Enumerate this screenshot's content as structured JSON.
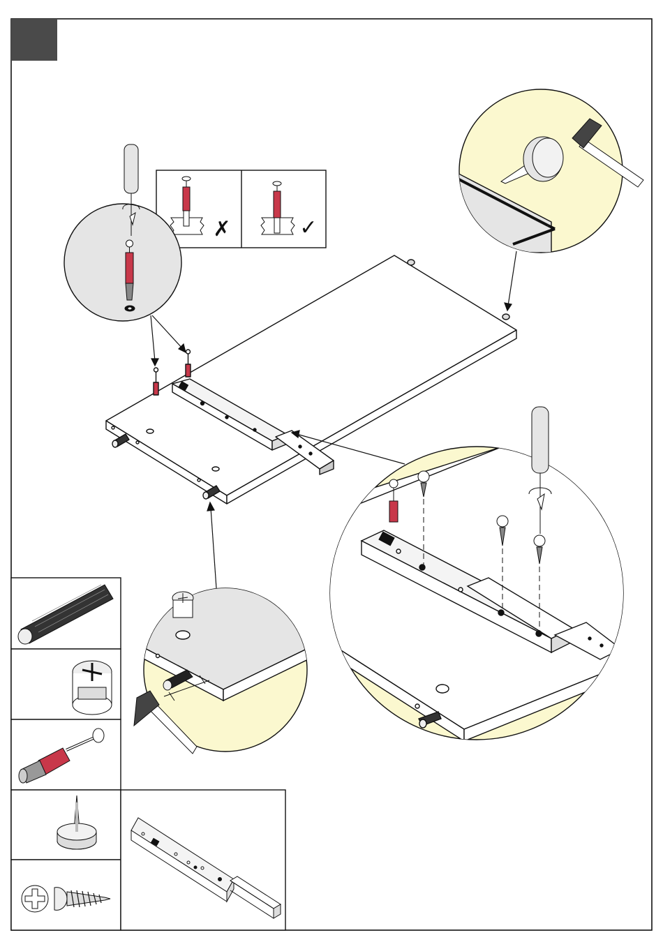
{
  "page": {
    "step_number": "",
    "wrong_mark": "✗",
    "correct_mark": "✓"
  },
  "parts_legend": [
    {
      "name": "wooden-dowel"
    },
    {
      "name": "cam-lock"
    },
    {
      "name": "cam-bolt"
    },
    {
      "name": "nail-on-glide"
    },
    {
      "name": "wood-screw"
    },
    {
      "name": "drawer-slide"
    }
  ],
  "colors": {
    "step_box": "#4a4a4a",
    "detail_yellow": "#fbf8cf",
    "panel_grey": "#e5e5e5",
    "bolt_red": "#c8384a",
    "line": "#111111"
  }
}
